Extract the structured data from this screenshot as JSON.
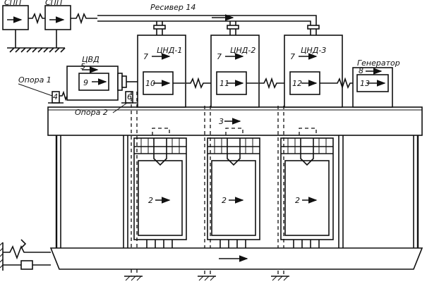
{
  "labels": {
    "spp_left": "СПП",
    "spp_right": "СПП",
    "receiver": "Ресивер 14",
    "cvd": "ЦВД",
    "cnd1": "ЦНД-1",
    "cnd2": "ЦНД-2",
    "cnd3": "ЦНД-3",
    "generator": "Генератор",
    "support1": "Опора 1",
    "support2": "Опора 2"
  },
  "numbers": {
    "n2a": "2",
    "n2b": "2",
    "n2c": "2",
    "n3": "3",
    "n4": "4",
    "n5": "5",
    "n6": "6",
    "n7a": "7",
    "n7b": "7",
    "n7c": "7",
    "n8": "8",
    "n9": "9",
    "n10": "10",
    "n11": "11",
    "n12": "12",
    "n13": "13"
  }
}
